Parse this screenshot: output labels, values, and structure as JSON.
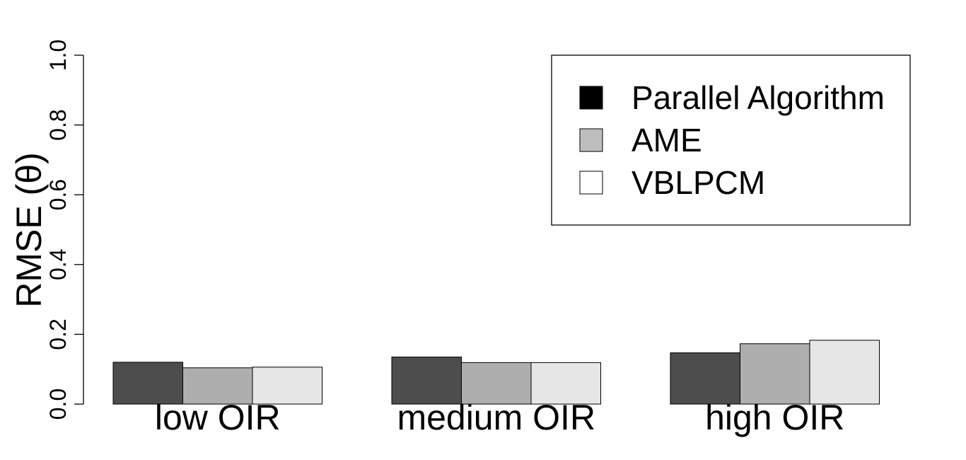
{
  "chart_data": {
    "type": "bar",
    "categories": [
      "low OIR",
      "medium OIR",
      "high OIR"
    ],
    "series": [
      {
        "name": "Parallel Algorithm",
        "values": [
          0.12,
          0.135,
          0.147
        ],
        "color": "#4d4d4d"
      },
      {
        "name": "AME",
        "values": [
          0.104,
          0.119,
          0.173
        ],
        "color": "#aeaeae"
      },
      {
        "name": "VBLPCM",
        "values": [
          0.106,
          0.119,
          0.183
        ],
        "color": "#e6e6e6"
      }
    ],
    "title": "",
    "xlabel": "",
    "ylabel": "RMSE (θ)",
    "ylim": [
      0,
      1
    ],
    "yticks": [
      "0.0",
      "0.2",
      "0.4",
      "0.6",
      "0.8",
      "1.0"
    ],
    "grid": false,
    "legend_position": "top-right"
  }
}
